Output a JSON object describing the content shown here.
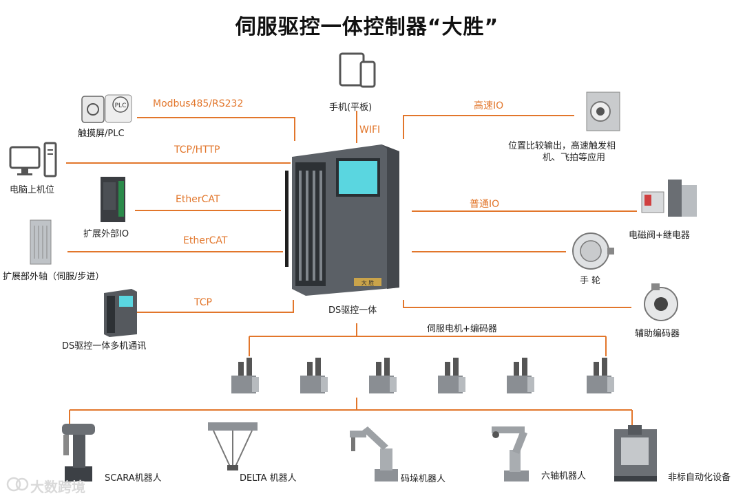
{
  "title": "伺服驱控一体控制器“大胜”",
  "center": {
    "label": "DS驱控一体",
    "plate": "大 胜"
  },
  "links": {
    "modbus": "Modbus485/RS232",
    "tcphttp": "TCP/HTTP",
    "ethercat1": "EtherCAT",
    "ethercat2": "EtherCAT",
    "tcp": "TCP",
    "wifi": "WIFI",
    "highio": "高速IO",
    "normalio": "普通IO",
    "motor_bus": "伺服电机+编码器"
  },
  "devices": {
    "touch_plc": "触摸屏/PLC",
    "pc": "电脑上机位",
    "ext_io": "扩展外部IO",
    "ext_axis": "扩展部外轴（伺服/步进）",
    "multi": "DS驱控一体多机通讯",
    "phone": "手机(平板)",
    "camera_line1": "位置比较输出，高速触发相",
    "camera_line2": "机、飞拍等应用",
    "valve": "电磁阀+继电器",
    "handwheel": "手 轮",
    "encoder": "辅助编码器"
  },
  "robots": [
    "SCARA机器人",
    "DELTA 机器人",
    "码垛机器人",
    "六轴机器人",
    "非标自动化设备"
  ],
  "watermark": "大数跨境",
  "plc_badge": "PLC",
  "colors": {
    "accent": "#e2762b",
    "device": "#4a4f55"
  }
}
